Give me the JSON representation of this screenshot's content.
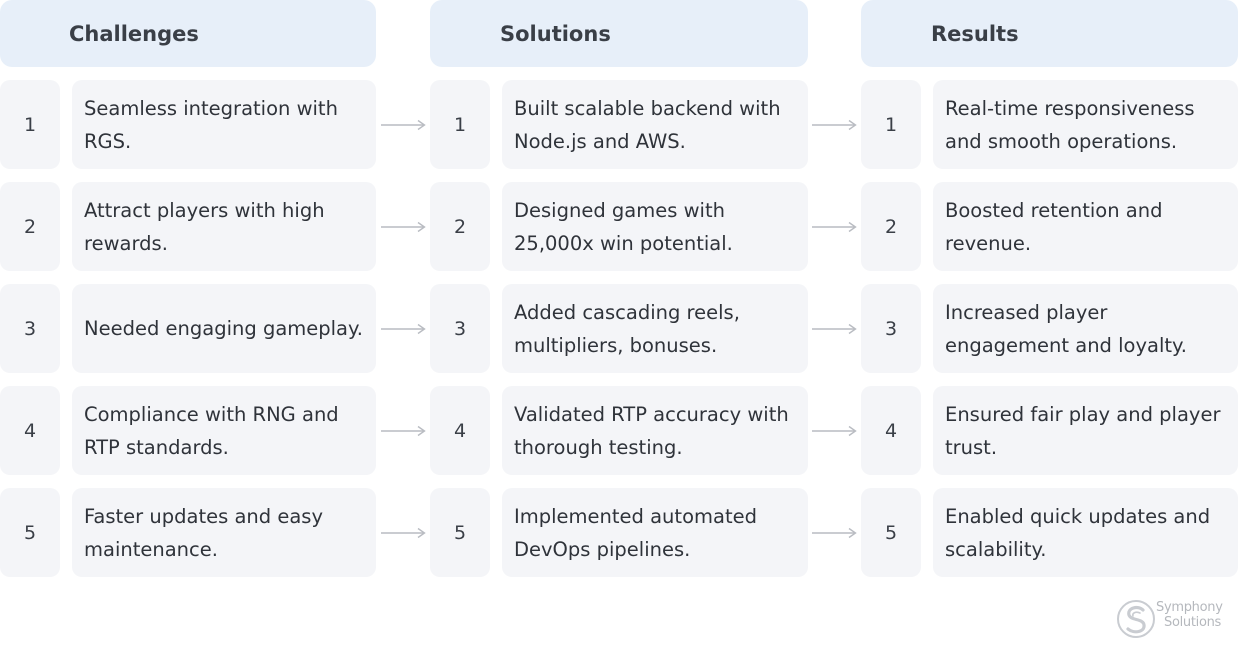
{
  "headers": {
    "challenges": "Challenges",
    "solutions": "Solutions",
    "results": "Results"
  },
  "rows": [
    {
      "num": "1",
      "challenge": "Seamless integration with RGS.",
      "solution": "Built scalable backend with Node.js and AWS.",
      "result": "Real-time responsiveness and smooth operations."
    },
    {
      "num": "2",
      "challenge": "Attract players with high rewards.",
      "solution": "Designed games with 25,000x win potential.",
      "result": "Boosted retention and revenue."
    },
    {
      "num": "3",
      "challenge": "Needed engaging gameplay.",
      "solution": "Added cascading reels, multipliers, bonuses.",
      "result": "Increased player engagement and loyalty."
    },
    {
      "num": "4",
      "challenge": "Compliance with RNG and RTP standards.",
      "solution": "Validated RTP accuracy with thorough testing.",
      "result": "Ensured fair play and player trust."
    },
    {
      "num": "5",
      "challenge": "Faster updates and easy maintenance.",
      "solution": "Implemented automated DevOps pipelines.",
      "result": "Enabled quick updates and scalability."
    }
  ],
  "logo": {
    "line1": "Symphony",
    "line2": "Solutions",
    "icon": "symphony-logo-icon"
  },
  "colors": {
    "header_bg": "#e7eff9",
    "cell_bg": "#f4f5f8",
    "arrow": "#b9bcc2"
  }
}
